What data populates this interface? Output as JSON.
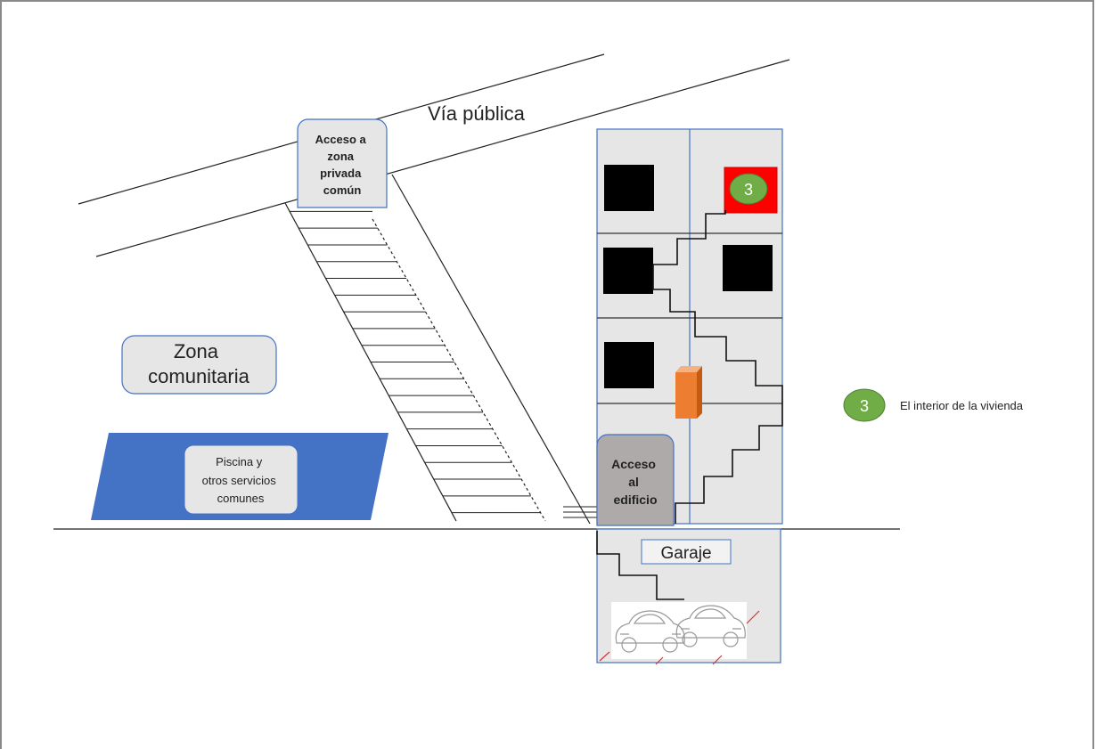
{
  "labels": {
    "via_publica": "Vía pública",
    "acceso_zona": [
      "Acceso a",
      "zona",
      "privada",
      "común"
    ],
    "zona_comunitaria": [
      "Zona",
      "comunitaria"
    ],
    "piscina": [
      "Piscina  y",
      "otros servicios",
      "comunes"
    ],
    "acceso_edificio": [
      "Acceso",
      "al",
      "edificio"
    ],
    "garaje": "Garaje"
  },
  "markers": {
    "apartment_number": "3"
  },
  "legend": {
    "number": "3",
    "text": "El interior de la vivienda"
  },
  "colors": {
    "pool": "#4472c4",
    "marker_green": "#70ad47",
    "highlight_red": "#ff0000",
    "door_orange": "#ed7d31",
    "wall_fill": "#e7e6e6",
    "access_fill": "#aeaaaa",
    "building_border": "#4472c4"
  }
}
